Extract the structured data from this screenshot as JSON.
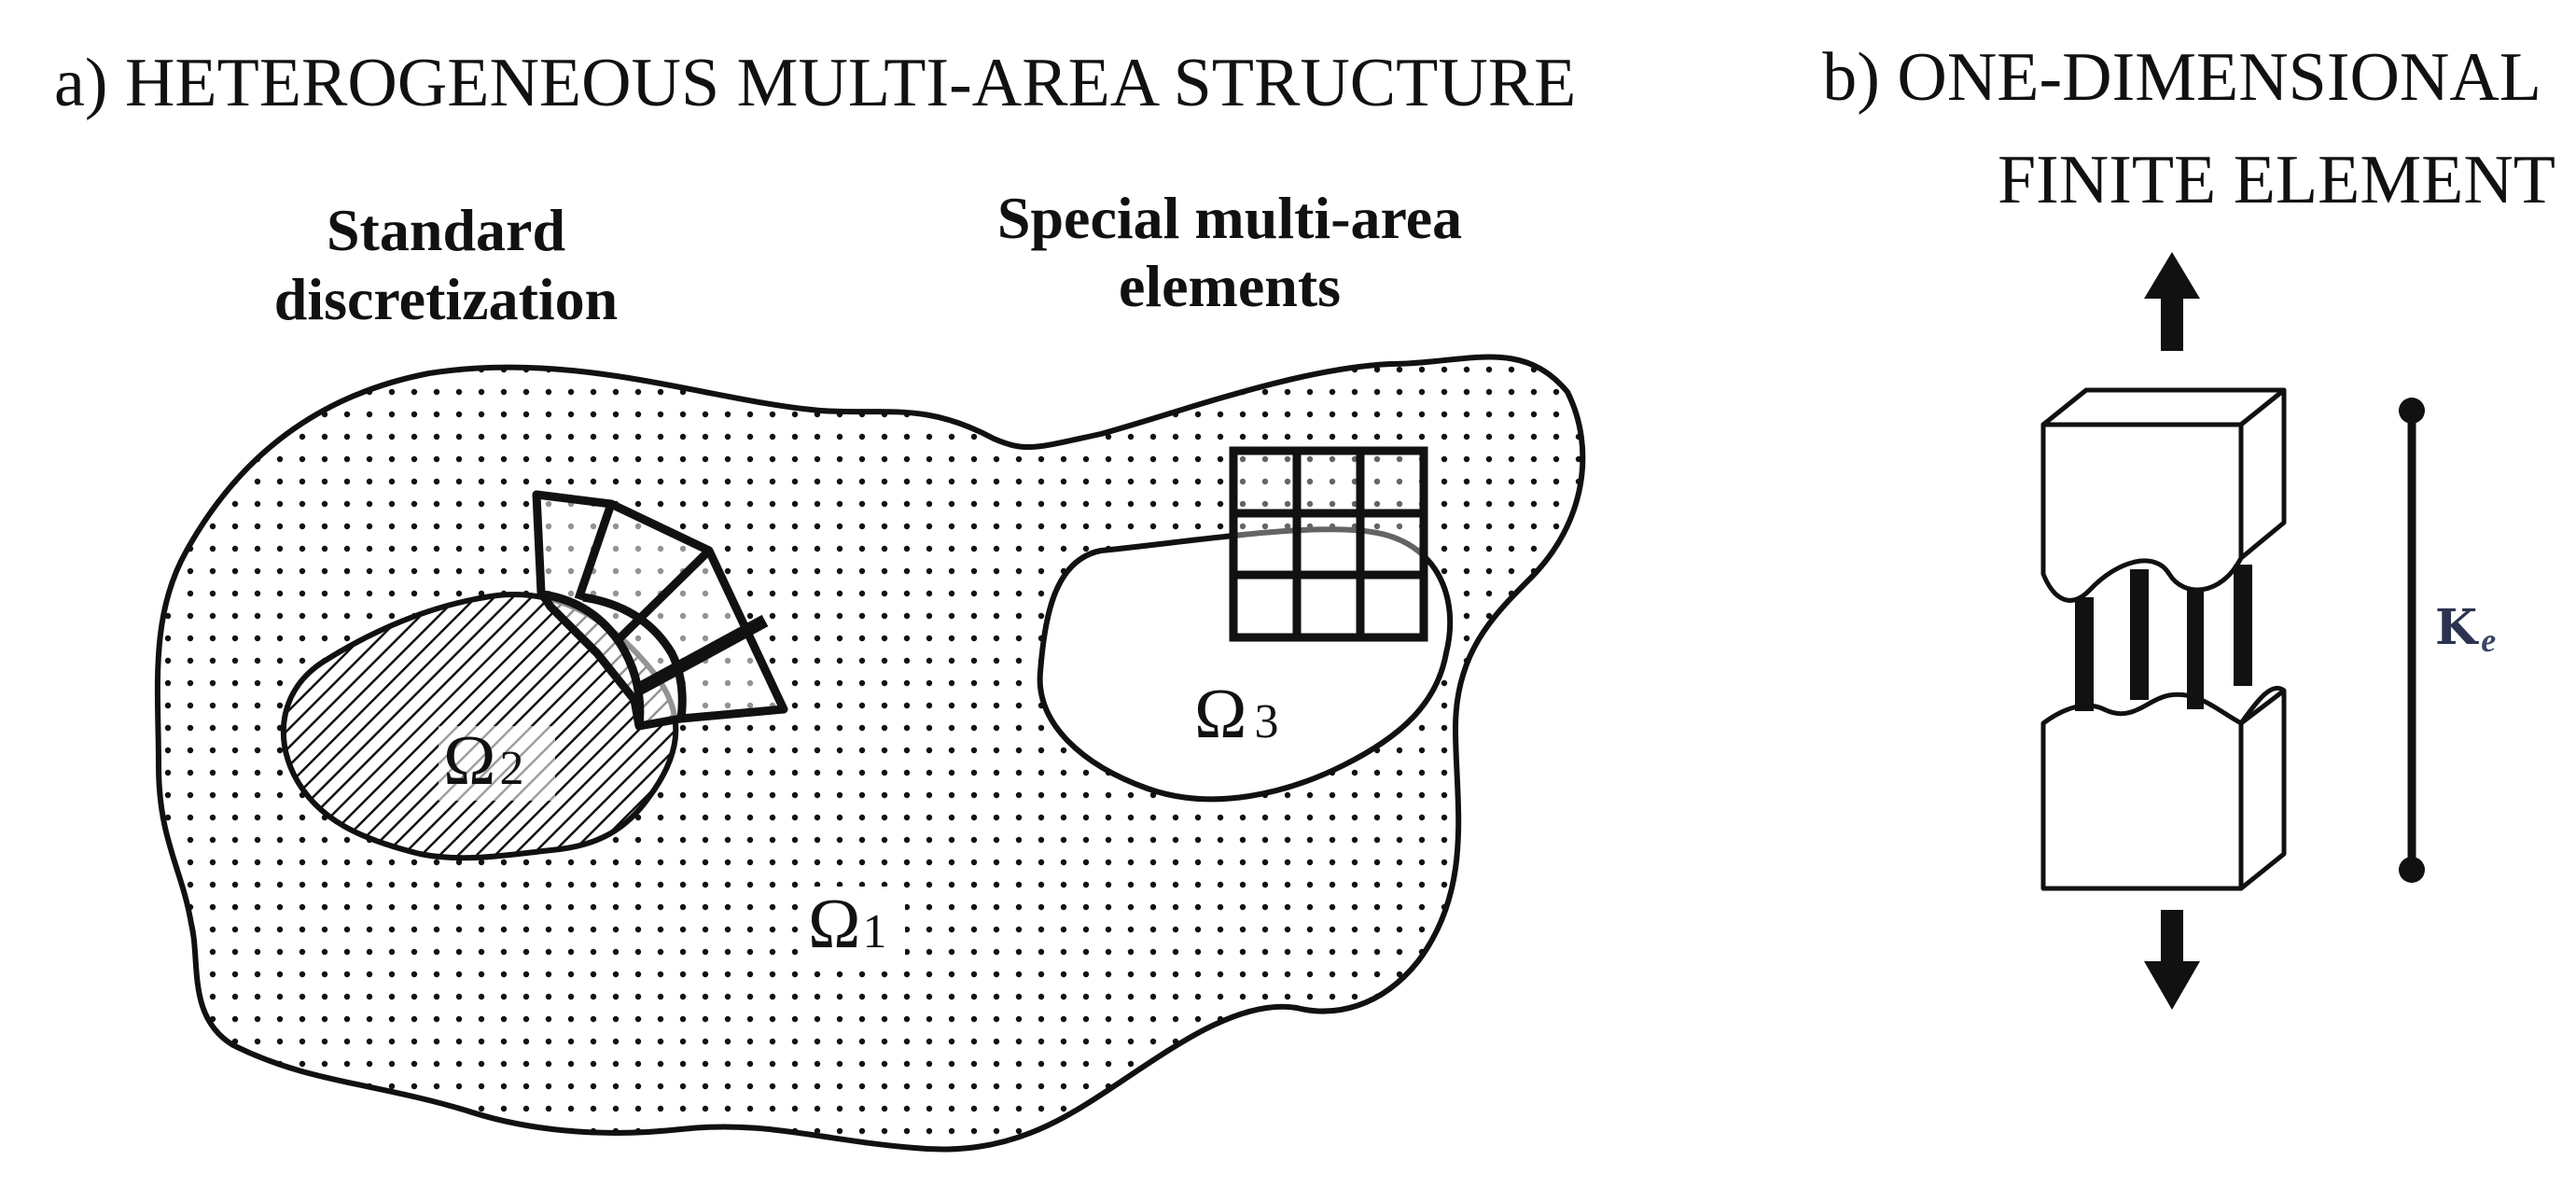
{
  "panel_a": {
    "title": "a) HETEROGENEOUS MULTI-AREA STRUCTURE",
    "label_standard_line1": "Standard",
    "label_standard_line2": "discretization",
    "label_special_line1": "Special multi-area",
    "label_special_line2": "elements",
    "region_1": {
      "symbol": "Ω",
      "subscript": "1"
    },
    "region_2": {
      "symbol": "Ω",
      "subscript": "2"
    },
    "region_3": {
      "symbol": "Ω",
      "subscript": "3"
    }
  },
  "panel_b": {
    "title_line1": "b) ONE-DIMENSIONAL",
    "title_line2": "FINITE ELEMENT",
    "stiffness_symbol": "K",
    "stiffness_subscript": "e"
  }
}
